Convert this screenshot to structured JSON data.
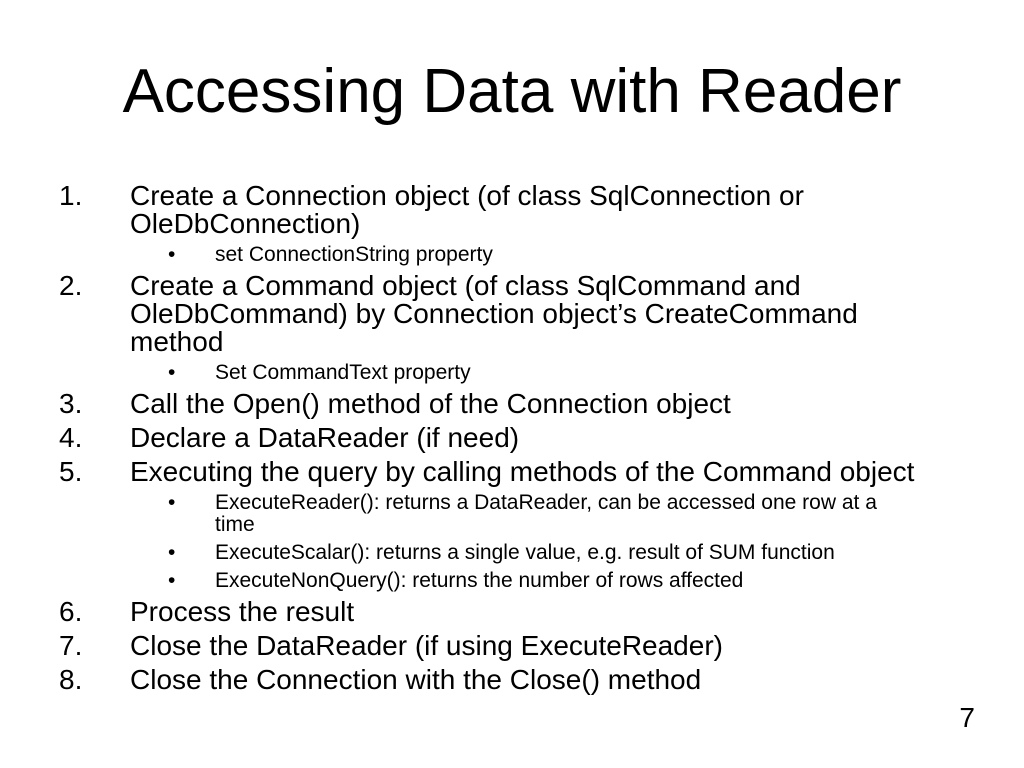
{
  "slide": {
    "title": "Accessing Data with Reader",
    "page_number": "7",
    "bullet_char": "•",
    "colors": {
      "background": "#ffffff",
      "text": "#000000"
    },
    "items": [
      {
        "number": "1.",
        "text": "Create a Connection object (of class SqlConnection or OleDbConnection)",
        "subs": [
          "set ConnectionString property"
        ]
      },
      {
        "number": "2.",
        "text": "Create a Command object (of class SqlCommand and OleDbCommand) by Connection object’s CreateCommand method",
        "subs": [
          "Set CommandText property"
        ]
      },
      {
        "number": "3.",
        "text": "Call the Open() method of the Connection object",
        "subs": []
      },
      {
        "number": "4.",
        "text": "Declare a DataReader (if need)",
        "subs": []
      },
      {
        "number": "5.",
        "text": "Executing the query by calling methods of the Command object",
        "subs": [
          "ExecuteReader(): returns a DataReader, can be accessed one row at a time",
          "ExecuteScalar(): returns a single value, e.g. result of SUM function",
          "ExecuteNonQuery(): returns the number of rows affected"
        ]
      },
      {
        "number": "6.",
        "text": "Process the result",
        "subs": []
      },
      {
        "number": "7.",
        "text": "Close the DataReader (if using ExecuteReader)",
        "subs": []
      },
      {
        "number": "8.",
        "text": "Close the Connection with the Close() method",
        "subs": []
      }
    ]
  }
}
